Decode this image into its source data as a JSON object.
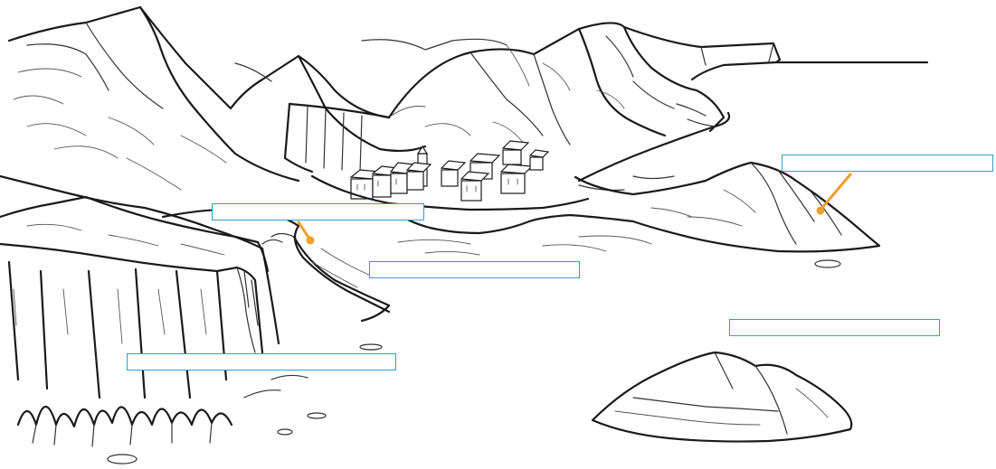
{
  "diagram": {
    "labels": [
      {
        "id": "island",
        "text": ""
      },
      {
        "id": "bay",
        "text": ""
      },
      {
        "id": "beach",
        "text": ""
      },
      {
        "id": "cliff",
        "text": ""
      },
      {
        "id": "rock",
        "text": ""
      }
    ],
    "colors": {
      "label_border": "#2aa3c9",
      "pointer": "#f0a028",
      "ink": "#1a1a1a"
    }
  }
}
